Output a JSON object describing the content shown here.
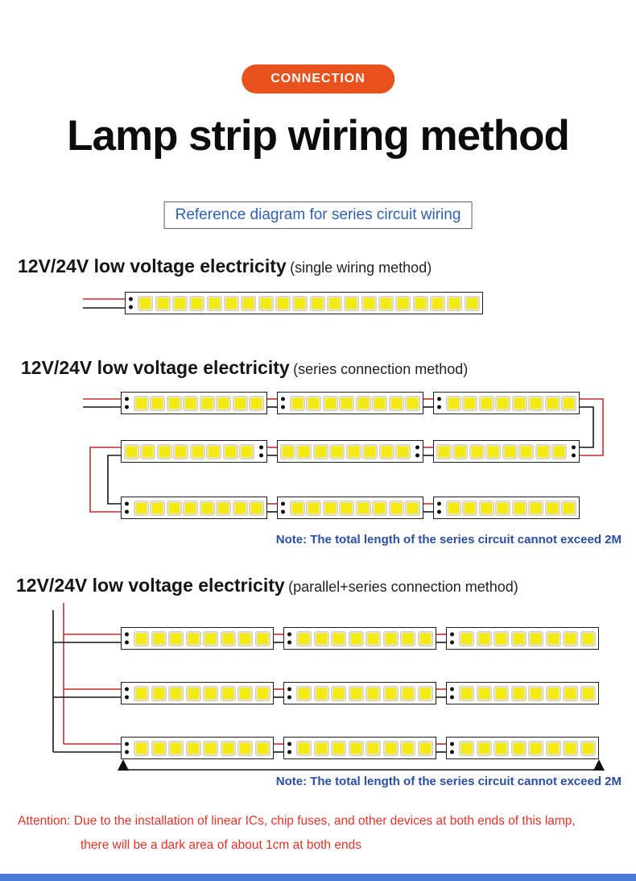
{
  "badge": {
    "label": "CONNECTION"
  },
  "title": "Lamp strip wiring method",
  "subtitle": "Reference diagram for series circuit wiring",
  "sections": [
    {
      "heading": "12V/24V low voltage electricity",
      "method": "(single wiring method)",
      "rows": 1,
      "strips_per_row": 1,
      "leds_per_strip": 20
    },
    {
      "heading": "12V/24V low voltage electricity",
      "method": "(series connection method)",
      "rows": 3,
      "strips_per_row": 3,
      "leds_per_strip": 8,
      "note": "Note: The total length of the series circuit cannot exceed 2M"
    },
    {
      "heading": "12V/24V low voltage electricity",
      "method": "(parallel+series connection method)",
      "rows": 3,
      "strips_per_row": 3,
      "leds_per_strip": 8,
      "note": "Note: The total length of the series circuit cannot exceed 2M"
    }
  ],
  "attention": {
    "line1": "Attention: Due to the installation of linear ICs, chip fuses, and other devices at both ends of this lamp,",
    "line2": "there will be a dark area of about 1cm at both ends"
  },
  "colors": {
    "accent": "#e8521d",
    "blue": "#3060ae",
    "note": "#2b4f9f",
    "red": "#e43428",
    "wire-red": "#c03028",
    "wire-black": "#161616",
    "led": "#f3ea12"
  }
}
